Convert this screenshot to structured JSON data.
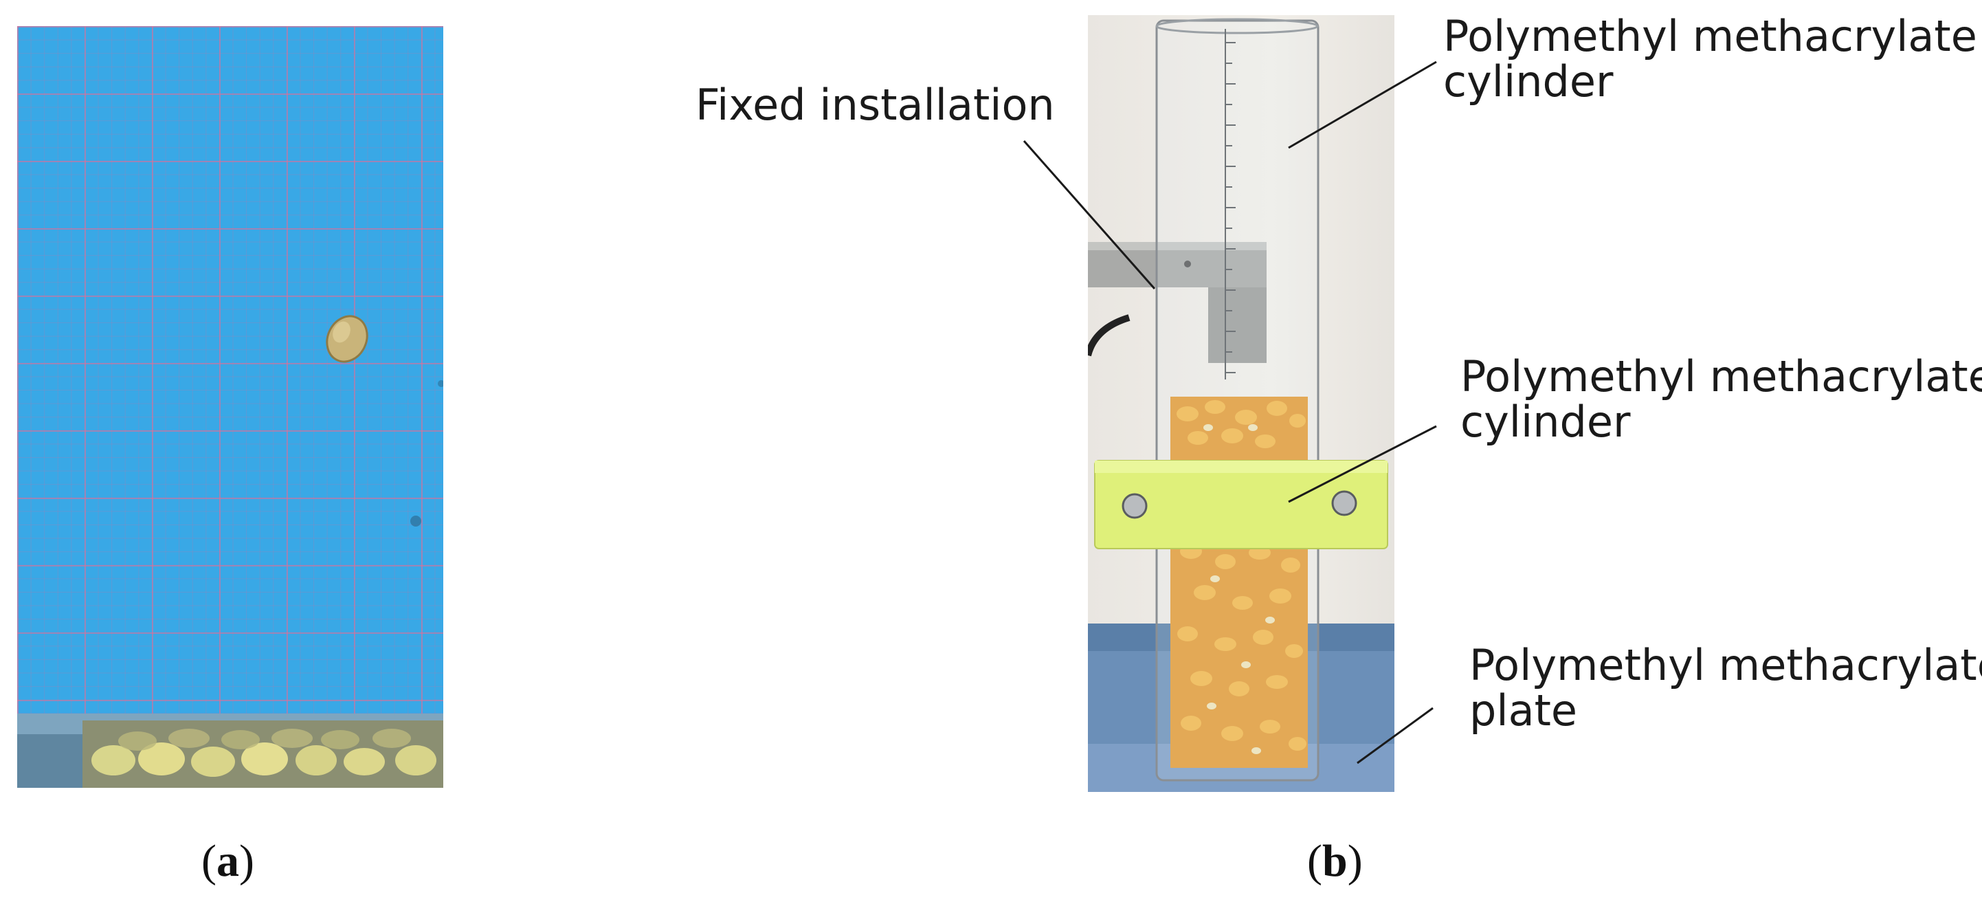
{
  "panels": {
    "a": {
      "caption_open": "(",
      "caption_letter": "a",
      "caption_close": ")"
    },
    "b": {
      "caption_open": "(",
      "caption_letter": "b",
      "caption_close": ")"
    }
  },
  "annotations": {
    "fixed_installation": "Fixed installation",
    "cylinder_top_line1": "Polymethyl methacrylate",
    "cylinder_top_line2": "cylinder",
    "cylinder_mid_line1": "Polymethyl methacrylate",
    "cylinder_mid_line2": "cylinder",
    "plate_line1": "Polymethyl methacrylate",
    "plate_line2": "plate"
  },
  "colors": {
    "grid_background": "#39a8e6",
    "grid_lines": "#e06e96",
    "clamp": "#dff07a",
    "kernels": "#e8a23a"
  }
}
